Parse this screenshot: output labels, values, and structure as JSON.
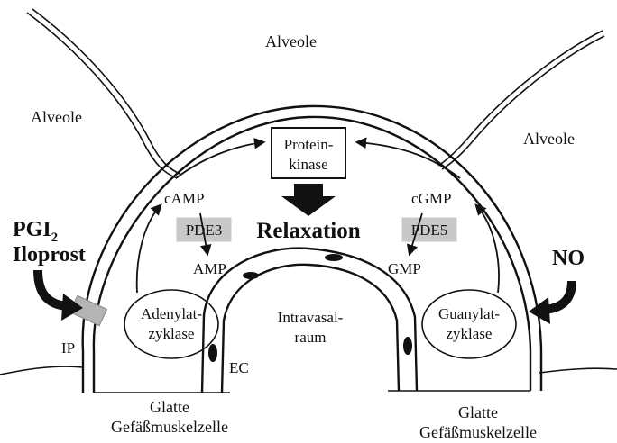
{
  "labels": {
    "alveole_top": "Alveole",
    "alveole_left": "Alveole",
    "alveole_right": "Alveole",
    "protein_kinase_line1": "Protein-",
    "protein_kinase_line2": "kinase",
    "relaxation": "Relaxation",
    "camp": "cAMP",
    "pde3": "PDE3",
    "amp": "AMP",
    "cgmp": "cGMP",
    "pde5": "PDE5",
    "gmp": "GMP",
    "pgi2_base": "PGI",
    "pgi2_sub": "2",
    "iloprost": "Iloprost",
    "no": "NO",
    "ip": "IP",
    "adenylat_line1": "Adenylat-",
    "adenylat_line2": "zyklase",
    "guanylat_line1": "Guanylat-",
    "guanylat_line2": "zyklase",
    "intravasal_line1": "Intravasal-",
    "intravasal_line2": "raum",
    "ec": "EC",
    "glatte_left_1": "Glatte",
    "glatte_left_2": "Gefäßmuskelzelle",
    "glatte_right_1": "Glatte",
    "glatte_right_2": "Gefäßmuskelzelle"
  },
  "colors": {
    "stroke": "#111111",
    "pde_box_fill": "#c8c8c8",
    "ip_receptor_fill": "#b4b4b4",
    "background": "#ffffff"
  }
}
